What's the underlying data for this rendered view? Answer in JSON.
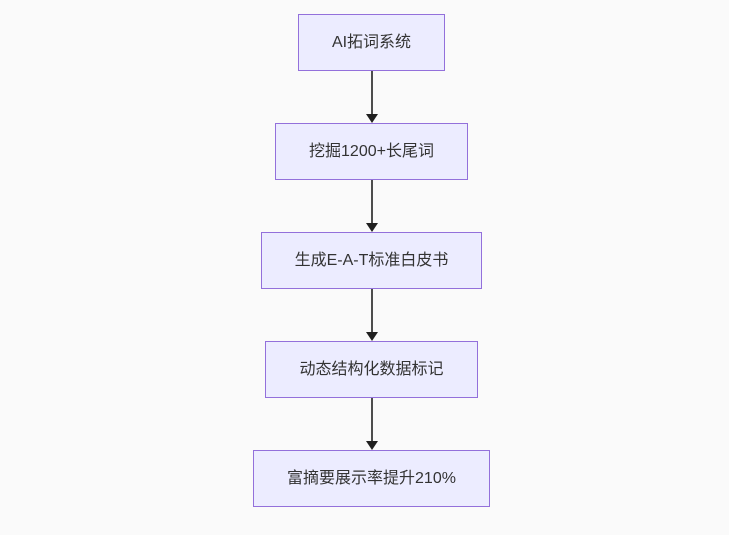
{
  "diagram": {
    "type": "flowchart",
    "direction": "top-down",
    "nodes": [
      {
        "id": "n1",
        "label": "AI拓词系统"
      },
      {
        "id": "n2",
        "label": "挖掘1200+长尾词"
      },
      {
        "id": "n3",
        "label": "生成E-A-T标准白皮书"
      },
      {
        "id": "n4",
        "label": "动态结构化数据标记"
      },
      {
        "id": "n5",
        "label": "富摘要展示率提升210%"
      }
    ],
    "edges": [
      {
        "from": "n1",
        "to": "n2",
        "style": "arrow-down"
      },
      {
        "from": "n2",
        "to": "n3",
        "style": "arrow-down"
      },
      {
        "from": "n3",
        "to": "n4",
        "style": "arrow-down"
      },
      {
        "from": "n4",
        "to": "n5",
        "style": "arrow-down"
      }
    ],
    "colors": {
      "background": "#fafafa",
      "node_fill": "#ececff",
      "node_border": "#9370db",
      "node_text": "#333333",
      "edge_line": "#4d4d4d",
      "arrowhead": "#1f1f1f"
    }
  }
}
